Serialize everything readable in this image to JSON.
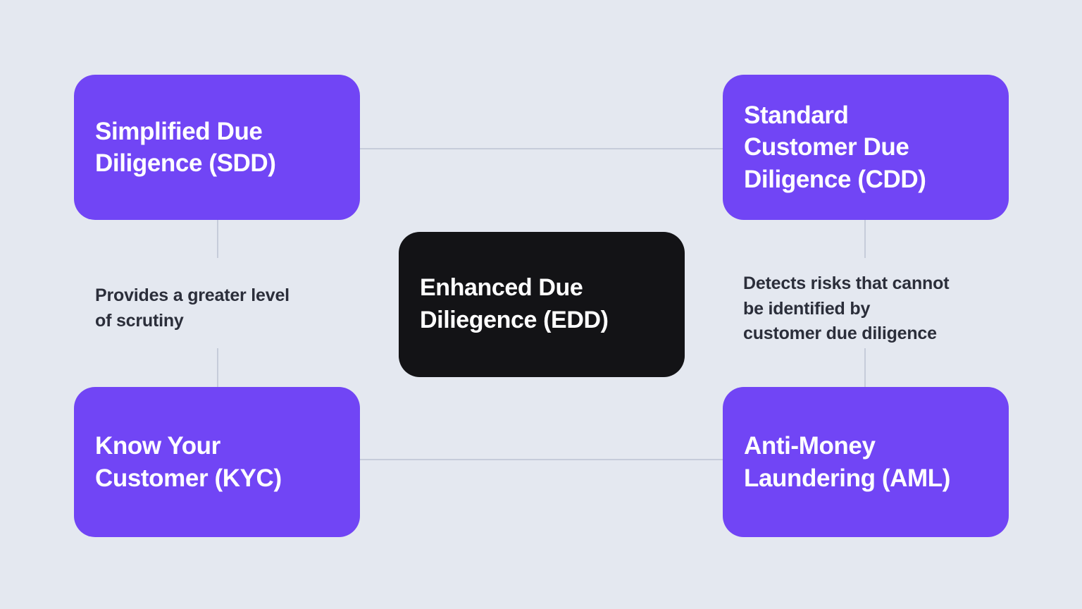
{
  "diagram": {
    "title": "Enhanced Due Diligence relationship map",
    "background_color": "#e4e8f0",
    "accent_color": "#7145f5",
    "center_color": "#131316",
    "connector_color": "#c6ccda",
    "label_color": "#2b2e3a"
  },
  "nodes": {
    "center": {
      "label": "Enhanced Due\nDiliegence (EDD)",
      "variant": "dark"
    },
    "top_left": {
      "label": "Simplified Due\nDiligence (SDD)",
      "variant": "purple"
    },
    "top_right": {
      "label": "Standard\nCustomer Due\nDiligence (CDD)",
      "variant": "purple"
    },
    "bottom_left": {
      "label": "Know Your\nCustomer (KYC)",
      "variant": "purple"
    },
    "bottom_right": {
      "label": "Anti-Money\nLaundering (AML)",
      "variant": "purple"
    }
  },
  "edge_labels": {
    "left": "Provides a greater level\nof scrutiny",
    "right": "Detects risks that cannot\nbe identified by\ncustomer due diligence"
  }
}
